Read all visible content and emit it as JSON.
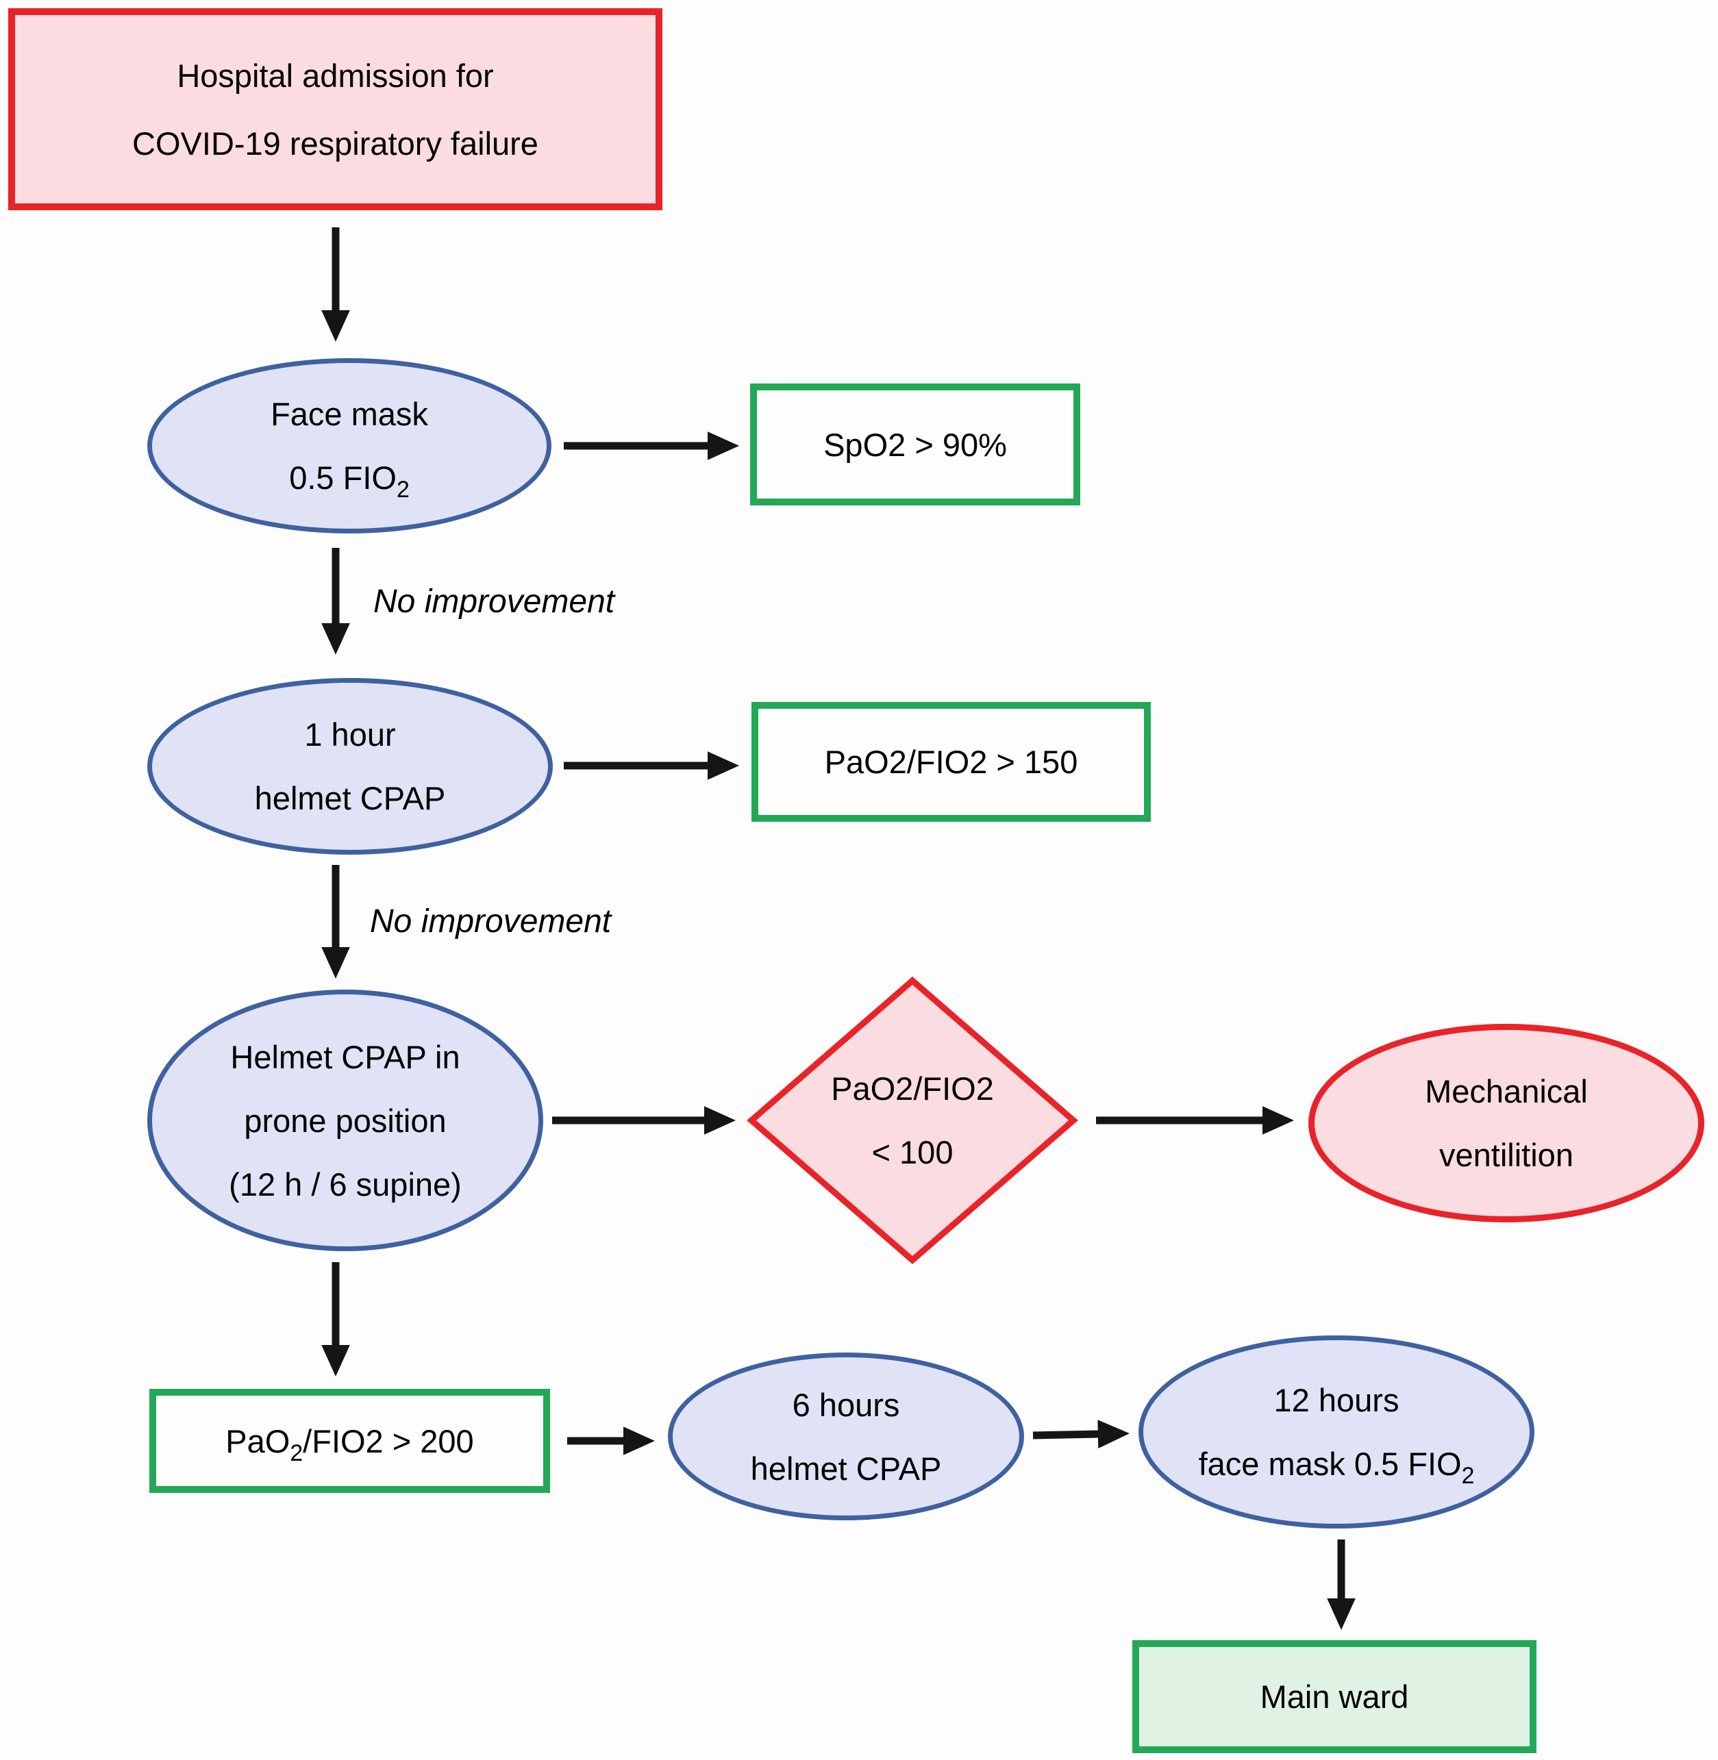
{
  "colors": {
    "red_border": "#e8232a",
    "pink_fill": "#fbdce0",
    "green_border": "#23a857",
    "light_green_fill": "#e0f2e3",
    "blue_border": "#40619f",
    "lavender_fill": "#e0e2f6",
    "arrow": "#151515",
    "background": "#fdfdfd",
    "text": "#000000"
  },
  "nodes": {
    "admission": {
      "line1": "Hospital admission for",
      "line2": "COVID-19 respiratory failure"
    },
    "face_mask": {
      "line1": "Face mask",
      "line2_main": "0.5 FIO",
      "line2_sub": "2"
    },
    "spo2": {
      "text": "SpO2 > 90%"
    },
    "one_hour_cpap": {
      "line1": "1 hour",
      "line2": "helmet CPAP"
    },
    "pao2_150": {
      "text": "PaO2/FIO2 > 150"
    },
    "prone_cpap": {
      "line1": "Helmet CPAP in",
      "line2": "prone position",
      "line3": "(12 h / 6 supine)"
    },
    "pao2_100": {
      "line1": "PaO2/FIO2",
      "line2": "< 100"
    },
    "mech_vent": {
      "line1": "Mechanical",
      "line2": "ventilition"
    },
    "pao2_200": {
      "pre": "PaO",
      "sub": "2",
      "post": "/FIO2 > 200"
    },
    "six_hours_cpap": {
      "line1": "6 hours",
      "line2": "helmet CPAP"
    },
    "twelve_hours_mask": {
      "line1": "12 hours",
      "line2_main": "face mask 0.5 FIO",
      "line2_sub": "2"
    },
    "main_ward": {
      "text": "Main ward"
    }
  },
  "edge_labels": {
    "no_improvement_1": "No improvement",
    "no_improvement_2": "No improvement"
  }
}
